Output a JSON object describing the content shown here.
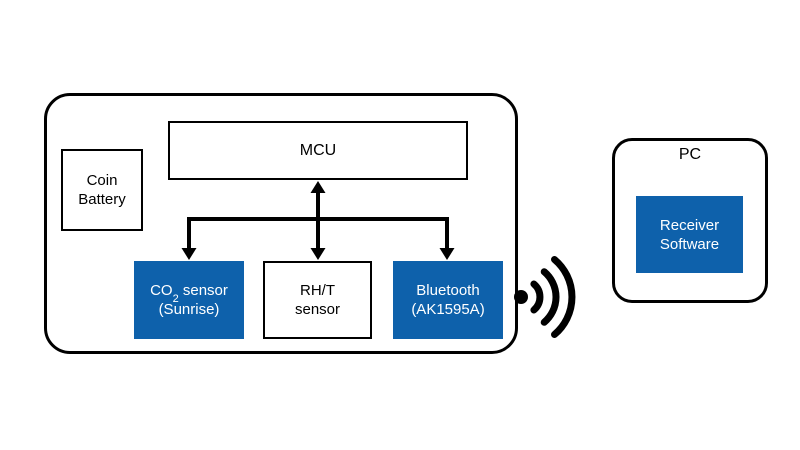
{
  "diagram": {
    "device": {
      "mcu": {
        "label": "MCU"
      },
      "coin_battery": {
        "line1": "Coin",
        "line2": "Battery"
      },
      "co2_sensor": {
        "prefix": "CO",
        "subscript": "2",
        "suffix": " sensor",
        "line2": "(Sunrise)"
      },
      "rht_sensor": {
        "line1": "RH/T",
        "line2": "sensor"
      },
      "bluetooth": {
        "line1": "Bluetooth",
        "line2": "(AK1595A)"
      }
    },
    "pc": {
      "label": "PC",
      "receiver_software": {
        "line1": "Receiver",
        "line2": "Software"
      }
    },
    "icons": {
      "wireless_signal": "wireless-signal-icon"
    },
    "colors": {
      "accent_blue": "#0E61AB",
      "line_black": "#000000",
      "light_text": "#FFFFFF"
    }
  }
}
